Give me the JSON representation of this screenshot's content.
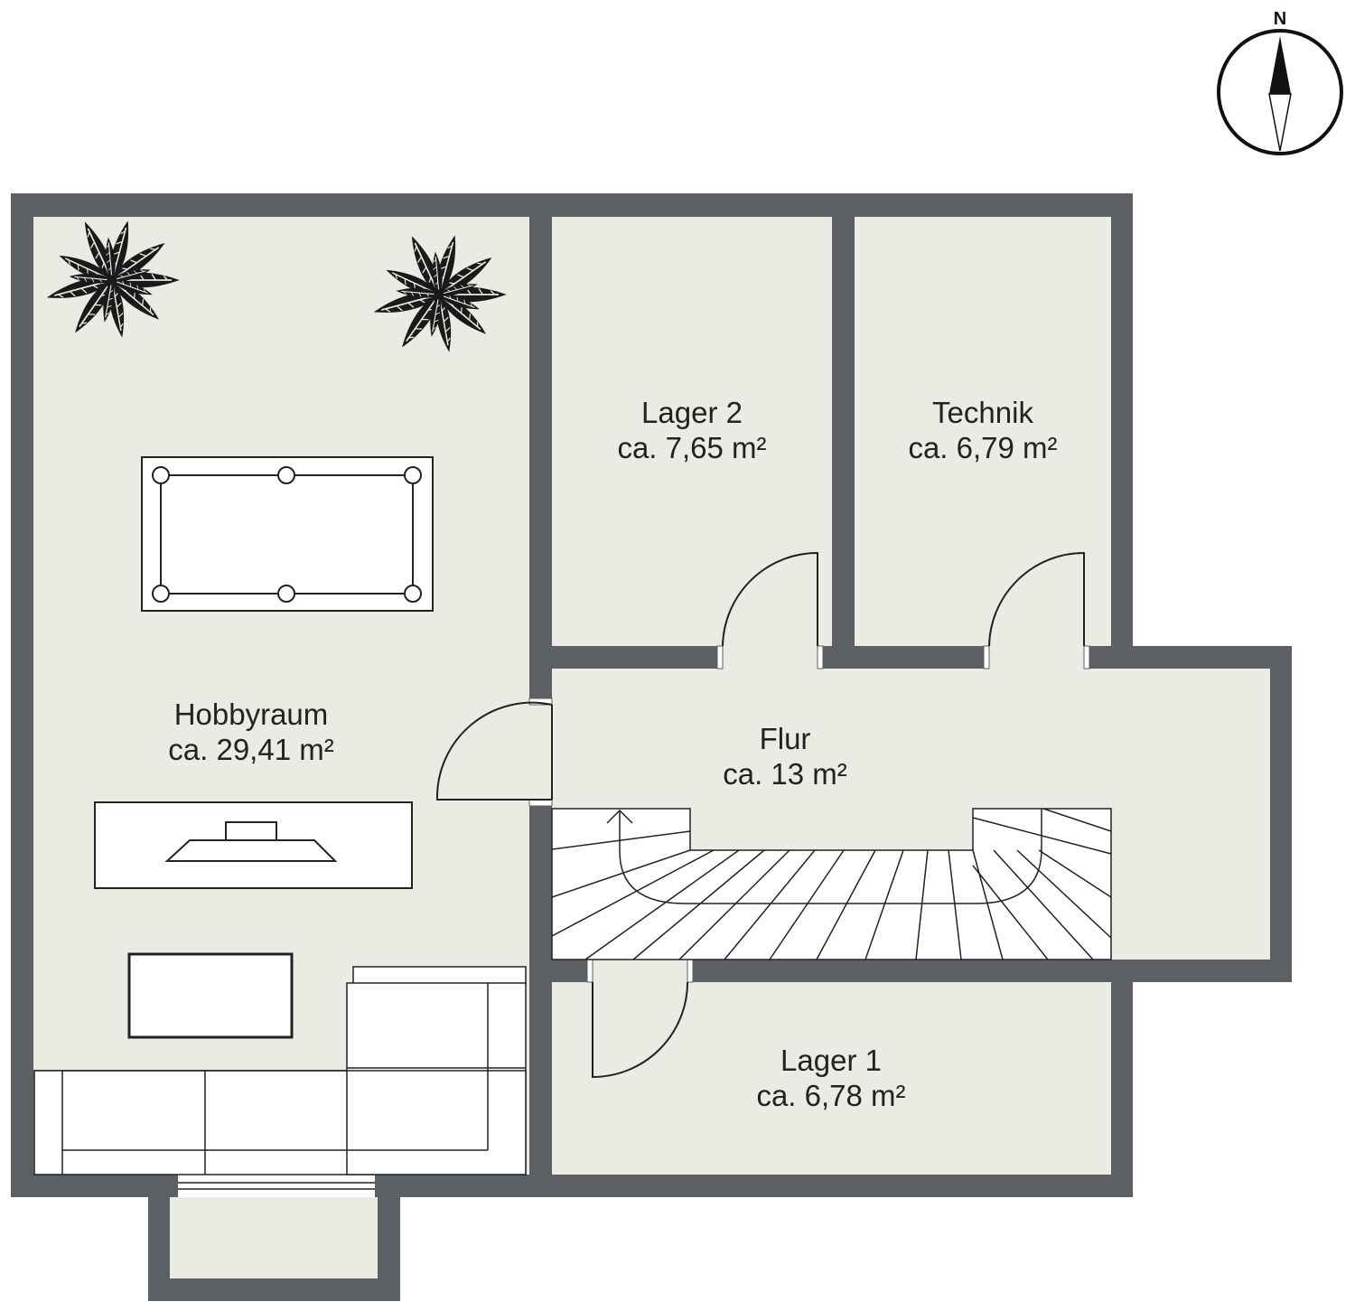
{
  "compass": {
    "label": "N"
  },
  "colors": {
    "wall": "#5c5f63",
    "floor": "#ebebe3",
    "furniture_fill": "#ffffff",
    "line": "#222222"
  },
  "rooms": {
    "hobbyraum": {
      "name": "Hobbyraum",
      "area": "ca. 29,41 m²"
    },
    "lager2": {
      "name": "Lager 2",
      "area": "ca. 7,65 m²"
    },
    "technik": {
      "name": "Technik",
      "area": "ca. 6,79 m²"
    },
    "flur": {
      "name": "Flur",
      "area": "ca. 13 m²"
    },
    "lager1": {
      "name": "Lager 1",
      "area": "ca. 6,78 m²"
    }
  }
}
